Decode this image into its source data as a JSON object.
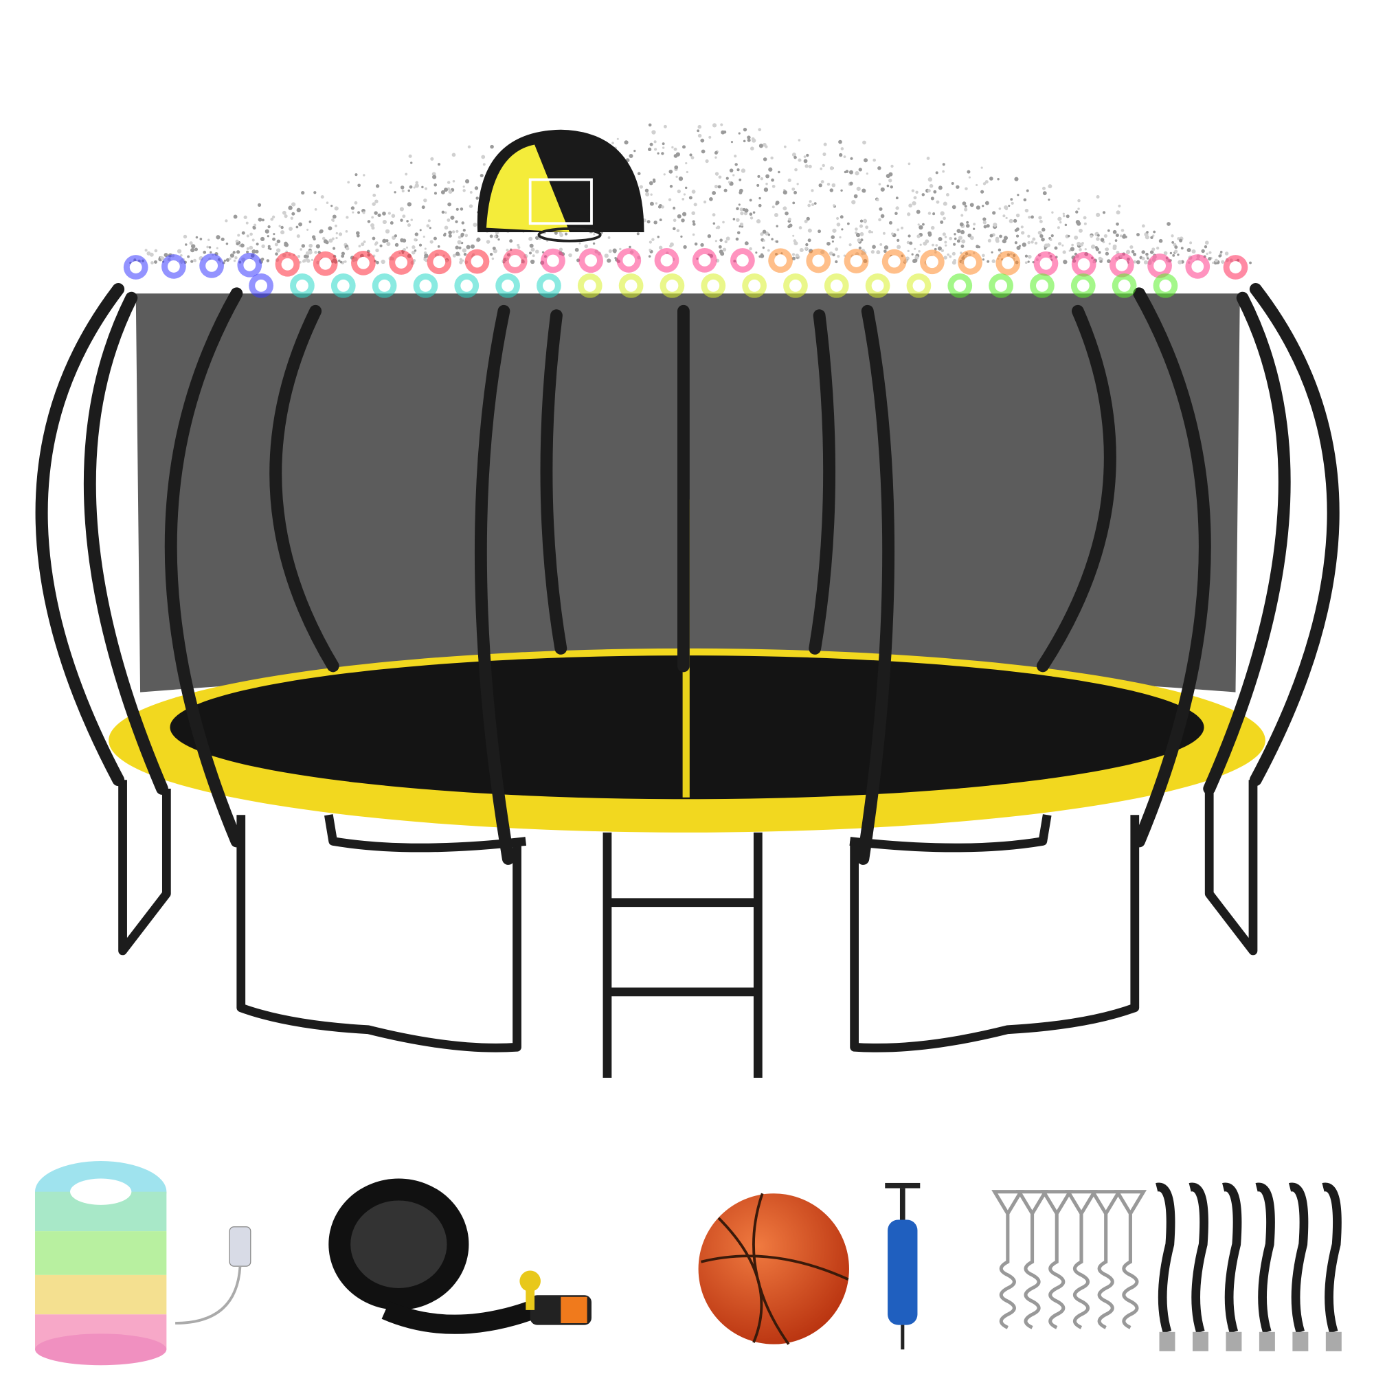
{
  "product": {
    "colors": {
      "frame": "#1c1c1c",
      "net": "#5c5c5c",
      "pad": "#f2d81f",
      "mat": "#141414",
      "background": "#ffffff",
      "ball": "#d9481f"
    },
    "light_colors_top": [
      "#3a3aff",
      "#3a3aff",
      "#3a3aff",
      "#3a3aff",
      "#ff2a3a",
      "#ff2a3a",
      "#ff2a3a",
      "#ff2a3a",
      "#ff2a3a",
      "#ff2a3a",
      "#ff3a6a",
      "#ff3a8a",
      "#ff3a8a",
      "#ff3a8a",
      "#ff3a8a",
      "#ff3a8a",
      "#ff3a8a",
      "#ff8a2a",
      "#ff8a2a",
      "#ff8a2a",
      "#ff8a2a",
      "#ff8a2a",
      "#ff8a2a",
      "#ff8a2a",
      "#ff3a8a",
      "#ff3a8a",
      "#ff3a8a",
      "#ff3a8a",
      "#ff3a8a",
      "#ff2a5a"
    ],
    "light_colors_bottom": [
      "#3a3aff",
      "#2ad8c8",
      "#2ad8c8",
      "#2ad8c8",
      "#2ad8c8",
      "#2ad8c8",
      "#2ad8c8",
      "#2ad8c8",
      "#d8f02a",
      "#d8f02a",
      "#d8f02a",
      "#d8f02a",
      "#d8f02a",
      "#d8f02a",
      "#d8f02a",
      "#d8f02a",
      "#d8f02a",
      "#5af02a",
      "#5af02a",
      "#5af02a",
      "#5af02a",
      "#5af02a",
      "#5af02a"
    ],
    "accessories": [
      "led-light-strip",
      "sprinkler-hose",
      "basketball",
      "hand-pump",
      "ground-anchors",
      "straps"
    ]
  }
}
